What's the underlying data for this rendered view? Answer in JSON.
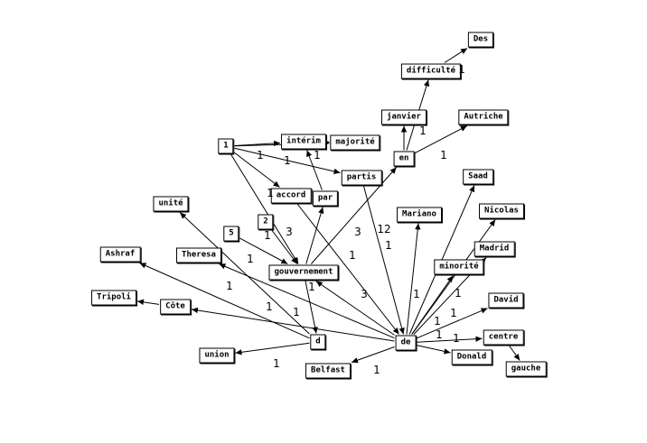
{
  "nodes": [
    {
      "id": "Des",
      "label": "Des"
    },
    {
      "id": "difficulte",
      "label": "difficulté"
    },
    {
      "id": "janvier",
      "label": "janvier"
    },
    {
      "id": "Autriche",
      "label": "Autriche"
    },
    {
      "id": "n1",
      "label": "1"
    },
    {
      "id": "interim",
      "label": "intérim"
    },
    {
      "id": "majorite",
      "label": "majorité"
    },
    {
      "id": "en",
      "label": "en"
    },
    {
      "id": "partis",
      "label": "partis"
    },
    {
      "id": "Saad",
      "label": "Saad"
    },
    {
      "id": "accord",
      "label": "accord"
    },
    {
      "id": "par",
      "label": "par"
    },
    {
      "id": "unite",
      "label": "unité"
    },
    {
      "id": "Nicolas",
      "label": "Nicolas"
    },
    {
      "id": "Mariano",
      "label": "Mariano"
    },
    {
      "id": "n2",
      "label": "2"
    },
    {
      "id": "n5",
      "label": "5"
    },
    {
      "id": "Madrid",
      "label": "Madrid"
    },
    {
      "id": "Ashraf",
      "label": "Ashraf"
    },
    {
      "id": "Theresa",
      "label": "Theresa"
    },
    {
      "id": "minorite",
      "label": "minorité"
    },
    {
      "id": "gouvernement",
      "label": "gouvernement"
    },
    {
      "id": "Tripoli",
      "label": "Tripoli"
    },
    {
      "id": "David",
      "label": "David"
    },
    {
      "id": "Cote",
      "label": "Côte"
    },
    {
      "id": "centre",
      "label": "centre"
    },
    {
      "id": "d",
      "label": "d"
    },
    {
      "id": "de",
      "label": "de"
    },
    {
      "id": "union",
      "label": "union"
    },
    {
      "id": "Donald",
      "label": "Donald"
    },
    {
      "id": "gauche",
      "label": "gauche"
    },
    {
      "id": "Belfast",
      "label": "Belfast"
    }
  ],
  "edges": [
    {
      "from": "difficulte",
      "to": "Des",
      "label": "1"
    },
    {
      "from": "en",
      "to": "difficulte",
      "label": ""
    },
    {
      "from": "en",
      "to": "janvier",
      "label": "1"
    },
    {
      "from": "en",
      "to": "Autriche",
      "label": "1"
    },
    {
      "from": "n1",
      "to": "interim",
      "label": "1"
    },
    {
      "from": "n1",
      "to": "majorite",
      "label": "1"
    },
    {
      "from": "n1",
      "to": "partis",
      "label": "1"
    },
    {
      "from": "n1",
      "to": "accord",
      "label": "1"
    },
    {
      "from": "n1",
      "to": "gouvernement",
      "label": "1"
    },
    {
      "from": "interim",
      "to": "majorite",
      "label": ""
    },
    {
      "from": "gouvernement",
      "to": "par",
      "label": "3"
    },
    {
      "from": "par",
      "to": "interim",
      "label": ""
    },
    {
      "from": "gouvernement",
      "to": "en",
      "label": "3"
    },
    {
      "from": "n2",
      "to": "gouvernement",
      "label": "3"
    },
    {
      "from": "n5",
      "to": "gouvernement",
      "label": "1"
    },
    {
      "from": "gouvernement",
      "to": "d",
      "label": "3"
    },
    {
      "from": "de",
      "to": "gouvernement",
      "label": "12"
    },
    {
      "from": "partis",
      "to": "de",
      "label": "1"
    },
    {
      "from": "accord",
      "to": "de",
      "label": "1"
    },
    {
      "from": "d",
      "to": "unite",
      "label": "1"
    },
    {
      "from": "d",
      "to": "Ashraf",
      "label": "1"
    },
    {
      "from": "d",
      "to": "union",
      "label": "1"
    },
    {
      "from": "de",
      "to": "Theresa",
      "label": "1"
    },
    {
      "from": "de",
      "to": "Cote",
      "label": "1"
    },
    {
      "from": "Cote",
      "to": "Tripoli",
      "label": ""
    },
    {
      "from": "de",
      "to": "Belfast",
      "label": "1"
    },
    {
      "from": "de",
      "to": "Mariano",
      "label": "1"
    },
    {
      "from": "de",
      "to": "Saad",
      "label": "1"
    },
    {
      "from": "de",
      "to": "Nicolas",
      "label": "1"
    },
    {
      "from": "de",
      "to": "Madrid",
      "label": "1"
    },
    {
      "from": "de",
      "to": "minorite",
      "label": "1"
    },
    {
      "from": "de",
      "to": "David",
      "label": "1"
    },
    {
      "from": "de",
      "to": "centre",
      "label": "1"
    },
    {
      "from": "de",
      "to": "Donald",
      "label": "1"
    },
    {
      "from": "centre",
      "to": "gauche",
      "label": ""
    }
  ]
}
